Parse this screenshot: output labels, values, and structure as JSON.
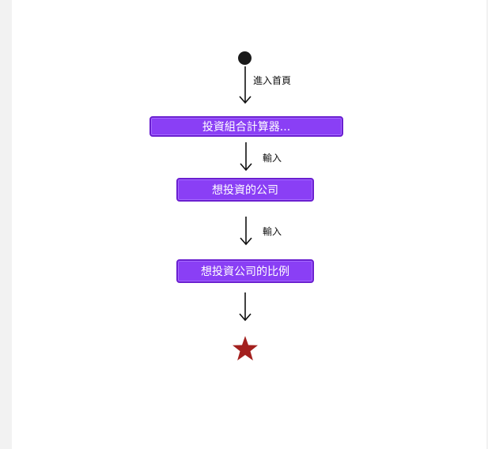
{
  "diagram": {
    "start_label": "進入首頁",
    "activities": [
      {
        "text": "投資組合計算器..."
      },
      {
        "text": "想投資的公司"
      },
      {
        "text": "想投資公司的比例"
      }
    ],
    "edge_labels": [
      "輸入",
      "輸入"
    ],
    "colors": {
      "activity_fill": "#8a3ff5",
      "activity_border": "#6a1fd0",
      "activity_text": "#ffffff",
      "start_node": "#1a1a1a",
      "end_node": "#a3201e",
      "arrow": "#111111"
    },
    "end_node_icon": "star-icon"
  }
}
